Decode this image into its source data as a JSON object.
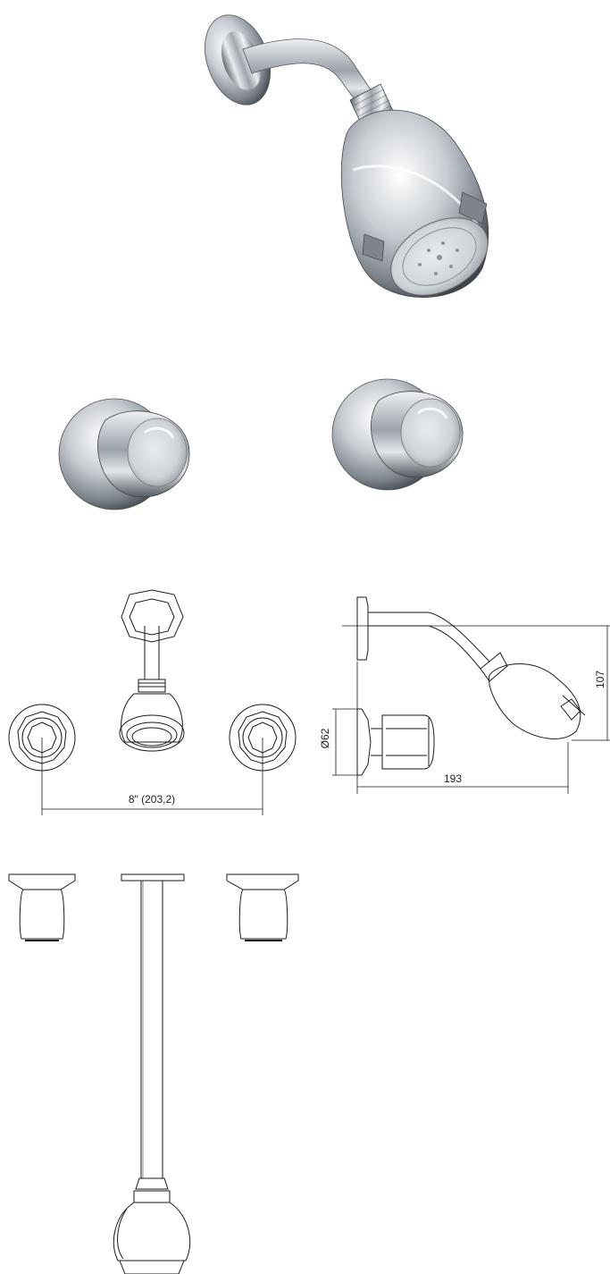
{
  "dimensions": {
    "height_label": "107",
    "depth_label": "193",
    "diameter_label": "Ø62",
    "spacing_label": "8\" (203,2)"
  },
  "colors": {
    "chrome_light": "#f4f5f7",
    "chrome_mid": "#b9bec5",
    "chrome_dark": "#4a5058",
    "line": "#1a1a1a"
  }
}
